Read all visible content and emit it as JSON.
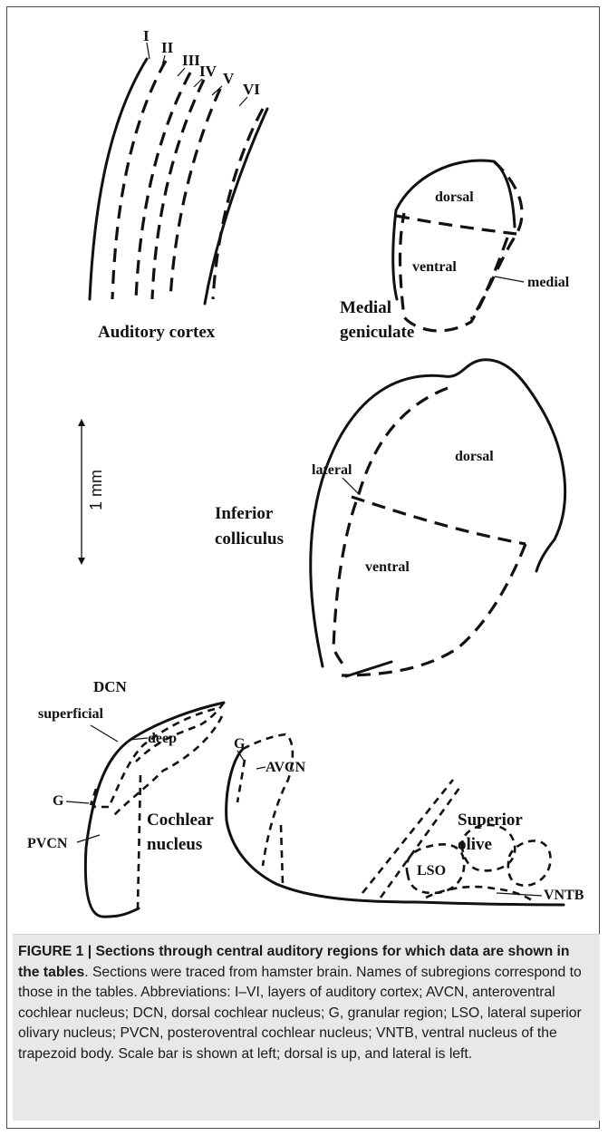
{
  "auditory_cortex": {
    "title": "Auditory cortex",
    "layers": [
      "I",
      "II",
      "III",
      "IV",
      "V",
      "VI"
    ]
  },
  "medial_geniculate": {
    "title_line1": "Medial",
    "title_line2": "geniculate",
    "subregions": {
      "dorsal": "dorsal",
      "ventral": "ventral",
      "medial": "medial"
    }
  },
  "inferior_colliculus": {
    "title_line1": "Inferior",
    "title_line2": "colliculus",
    "subregions": {
      "lateral": "lateral",
      "dorsal": "dorsal",
      "ventral": "ventral"
    }
  },
  "scale_bar": {
    "label": "1 mm"
  },
  "cochlear_nucleus": {
    "title_line1": "Cochlear",
    "title_line2": "nucleus",
    "subregions": {
      "dcn": "DCN",
      "superficial": "superficial",
      "deep": "deep",
      "g": "G",
      "pvcn": "PVCN"
    }
  },
  "superior_olive": {
    "title_line1": "Superior",
    "title_line2": "olive",
    "subregions": {
      "g": "G",
      "avcn": "AVCN",
      "lso": "LSO",
      "vntb": "VNTB"
    }
  },
  "caption": {
    "label": "FIGURE 1 |",
    "title": "Sections through central auditory regions for which data are shown in the tables",
    "body": ". Sections were traced from hamster brain. Names of subregions correspond to those in the tables. Abbreviations: I–VI, layers of auditory cortex; AVCN, anteroventral cochlear nucleus; DCN, dorsal cochlear nucleus; G, granular region; LSO, lateral superior olivary nucleus; PVCN, posteroventral cochlear nucleus; VNTB, ventral nucleus of the trapezoid body. Scale bar is shown at left; dorsal is up, and lateral is left."
  }
}
